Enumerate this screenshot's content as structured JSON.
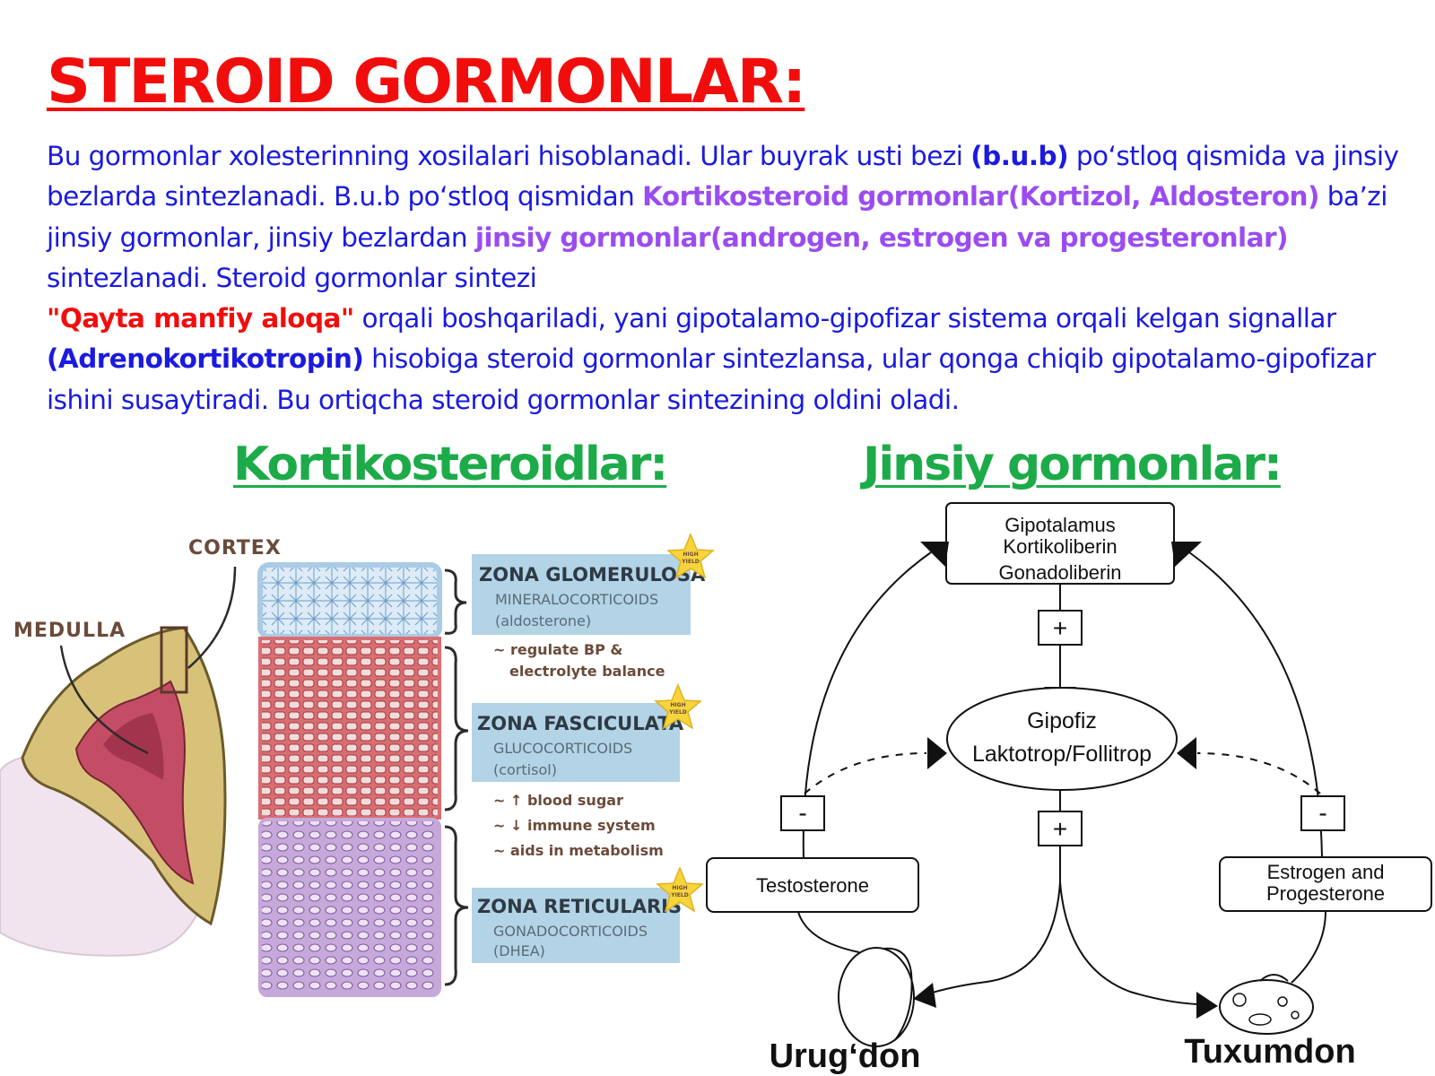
{
  "title": "STEROID GORMONLAR:",
  "intro": {
    "p1": "Bu gormonlar xolesterinning xosilalari hisoblanadi. Ular buyrak usti bezi ",
    "p2": "(b.u.b)",
    "p3": " po‘stloq qismida va jinsiy bezlarda sintezlanadi. B.u.b po‘stloq qismidan ",
    "p4": "Kortikosteroid gormonlar(Kortizol, Aldosteron)",
    "p5": " ba’zi jinsiy gormonlar, jinsiy bezlardan ",
    "p6": "jinsiy gormonlar(androgen, estrogen va progesteronlar)",
    "p7": " sintezlanadi. Steroid gormonlar sintezi",
    "p8": "\"Qayta manfiy aloqa\"",
    "p9": " orqali boshqariladi, yani gipotalamo-gipofizar sistema orqali kelgan signallar ",
    "p10": "(Adrenokortikotropin)",
    "p11": " hisobiga steroid gormonlar sintezlansa, ular qonga chiqib gipotalamo-gipofizar ishini susaytiradi. Bu ortiqcha steroid gormonlar sintezining oldini oladi."
  },
  "sections": {
    "left": "Kortikosteroidlar:",
    "right": "Jinsiy gormonlar:"
  },
  "adrenal": {
    "cortex_label": "CORTEX",
    "medulla_label": "MEDULLA",
    "star_text": [
      "HIGH",
      "YIELD"
    ],
    "zones": [
      {
        "name": "ZONA GLOMERULOSA",
        "hormone": "MINERALOCORTICOIDS",
        "example": "(aldosterone)",
        "notes": [
          "~ regulate BP &",
          "electrolyte balance"
        ]
      },
      {
        "name": "ZONA FASCICULATA",
        "hormone": "GLUCOCORTICOIDS",
        "example": "(cortisol)",
        "notes": [
          "~ ↑ blood sugar",
          "~ ↓ immune system",
          "~ aids in metabolism"
        ]
      },
      {
        "name": "ZONA RETICULARIS",
        "hormone": "GONADOCORTICOIDS",
        "example": "(DHEA)",
        "notes": []
      }
    ],
    "colors": {
      "glomerulosa": "#a9cbe6",
      "fasciculata": "#d96e72",
      "reticularis": "#c7a8da",
      "zone_box": "#b3d3e6",
      "star": "#f7d43c",
      "handwriting": "#6b4a3a"
    }
  },
  "axis": {
    "top_box": [
      "Gipotalamus",
      "Kortikoliberin",
      "Gonadoliberin"
    ],
    "middle_ellipse": [
      "Gipofiz",
      "Laktotrop/Follitrop"
    ],
    "left_hormone": "Testosterone",
    "right_hormone": [
      "Estrogen and",
      "Progesterone"
    ],
    "plus": "+",
    "minus": "-",
    "testis_label": "Urug‘don",
    "ovary_label": "Tuxumdon"
  }
}
